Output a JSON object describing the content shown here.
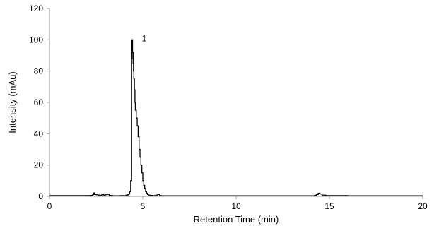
{
  "chart_data": {
    "type": "line",
    "title": "",
    "xlabel": "Retention Time (min)",
    "ylabel": "Intensity (mAu)",
    "xlim": [
      0,
      20
    ],
    "ylim": [
      0,
      120
    ],
    "xticks": [
      0,
      5,
      10,
      15,
      20
    ],
    "yticks": [
      0,
      20,
      40,
      60,
      80,
      100,
      120
    ],
    "grid": false,
    "legend": "none",
    "line_color": "#000000",
    "annotations": [
      {
        "text": "1",
        "x": 4.95,
        "y": 100
      }
    ],
    "series": [
      {
        "x": [
          0,
          2.0,
          2.2,
          2.3,
          2.35,
          2.4,
          2.5,
          2.6,
          2.7,
          2.8,
          2.9,
          3.0,
          3.1,
          3.2,
          3.3,
          3.4,
          3.6,
          3.8,
          4.0,
          4.1,
          4.2,
          4.25,
          4.3,
          4.35,
          4.4,
          4.42,
          4.45,
          4.48,
          4.5,
          4.52,
          4.55,
          4.58,
          4.6,
          4.65,
          4.7,
          4.75,
          4.8,
          4.85,
          4.9,
          4.95,
          5.0,
          5.05,
          5.1,
          5.15,
          5.2,
          5.25,
          5.3,
          5.4,
          5.5,
          5.6,
          5.7,
          5.8,
          5.9,
          6.0,
          8.0,
          10.0,
          12.0,
          14.0,
          14.2,
          14.3,
          14.4,
          14.5,
          14.6,
          14.8,
          16.0,
          18.0,
          20.0
        ],
        "values": [
          0.5,
          0.5,
          0.6,
          1.0,
          2.2,
          1.2,
          1.0,
          0.8,
          0.6,
          1.2,
          0.8,
          1.0,
          1.3,
          0.6,
          0.5,
          0.4,
          0.4,
          0.5,
          0.4,
          0.8,
          1.2,
          1.5,
          3.0,
          10.0,
          88.0,
          100.0,
          92.0,
          85.0,
          80.0,
          75.0,
          68.0,
          60.0,
          55.0,
          50.0,
          45.0,
          38.0,
          30.0,
          25.0,
          20.0,
          15.0,
          10.0,
          7.0,
          5.0,
          3.0,
          2.0,
          1.2,
          0.8,
          0.6,
          0.5,
          0.5,
          0.8,
          1.2,
          0.5,
          0.4,
          0.4,
          0.4,
          0.4,
          0.4,
          0.6,
          1.2,
          2.0,
          1.5,
          0.8,
          0.5,
          0.4,
          0.4,
          0.4
        ]
      }
    ]
  }
}
